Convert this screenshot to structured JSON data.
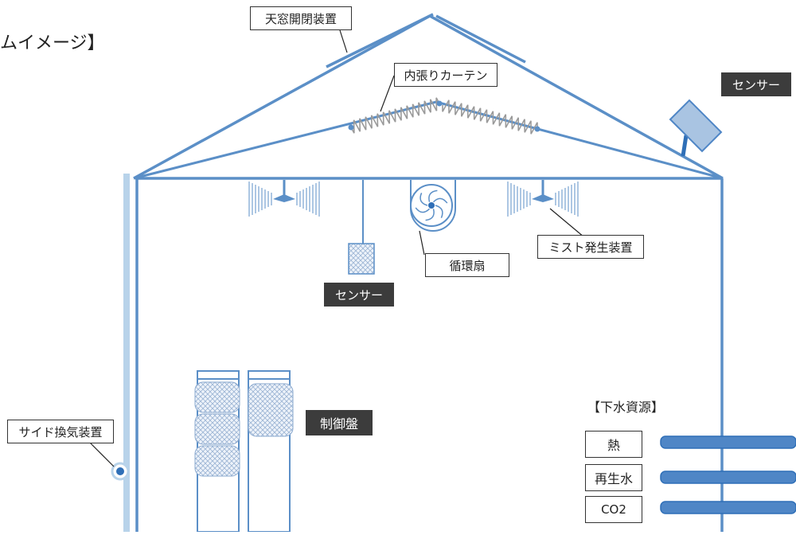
{
  "header": {
    "title": "ムイメージ】"
  },
  "labels": {
    "roof_window": "天窓開閉装置",
    "inner_curtain": "内張りカーテン",
    "roof_sensor": "センサー",
    "mist": "ミスト発生装置",
    "fan": "循環扇",
    "inner_sensor": "センサー",
    "side_vent": "サイド換気装置",
    "control_panel": "制御盤"
  },
  "resources": {
    "heading": "【下水資源】",
    "items": [
      "熱",
      "再生水",
      "CO2"
    ]
  },
  "colors": {
    "structure": "#5b8fc7",
    "pipe": "#4f86c6",
    "side_vent": "#b8d3ea",
    "curtain": "#9a9a9a",
    "dark_label": "#3c3c3c"
  }
}
